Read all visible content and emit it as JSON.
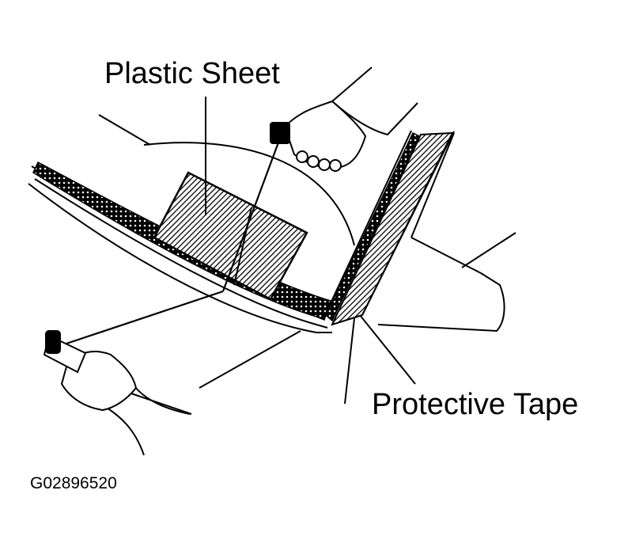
{
  "labels": {
    "plastic_sheet": "Plastic Sheet",
    "protective_tape": "Protective Tape",
    "figure_code": "G02896520"
  },
  "colors": {
    "ink": "#000000",
    "paper": "#ffffff"
  }
}
